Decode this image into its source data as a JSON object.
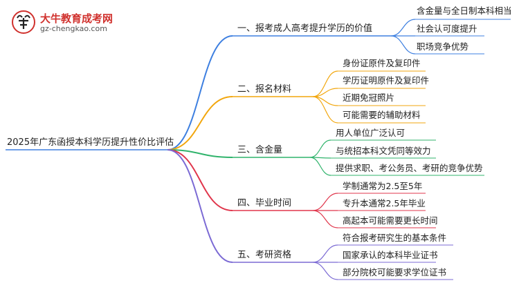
{
  "logo": {
    "title": "大牛教育成考网",
    "url": "gz-chengkao.com"
  },
  "root": "2025年广东函授本科学历提升性价比评估",
  "branches": [
    {
      "label": "一、报考成人高考提升学历的价值",
      "color": "#3d7fe0",
      "leaves": [
        "含金量与全日制本科相当",
        "社会认可度提升",
        "职场竞争优势"
      ]
    },
    {
      "label": "二、报名材料",
      "color": "#f2a60c",
      "leaves": [
        "身份证原件及复印件",
        "学历证明原件及复印件",
        "近期免冠照片",
        "可能需要的辅助材料"
      ]
    },
    {
      "label": "三、含金量",
      "color": "#2fb36b",
      "leaves": [
        "用人单位广泛认可",
        "与统招本科文凭同等效力",
        "提供求职、考公务员、考研的竞争优势"
      ]
    },
    {
      "label": "四、毕业时间",
      "color": "#e0354b",
      "leaves": [
        "学制通常为2.5至5年",
        "专升本通常2.5年毕业",
        "高起本可能需要更长时间"
      ]
    },
    {
      "label": "五、考研资格",
      "color": "#7b6ad4",
      "leaves": [
        "符合报考研究生的基本条件",
        "国家承认的本科毕业证书",
        "部分院校可能要求学位证书"
      ]
    }
  ]
}
